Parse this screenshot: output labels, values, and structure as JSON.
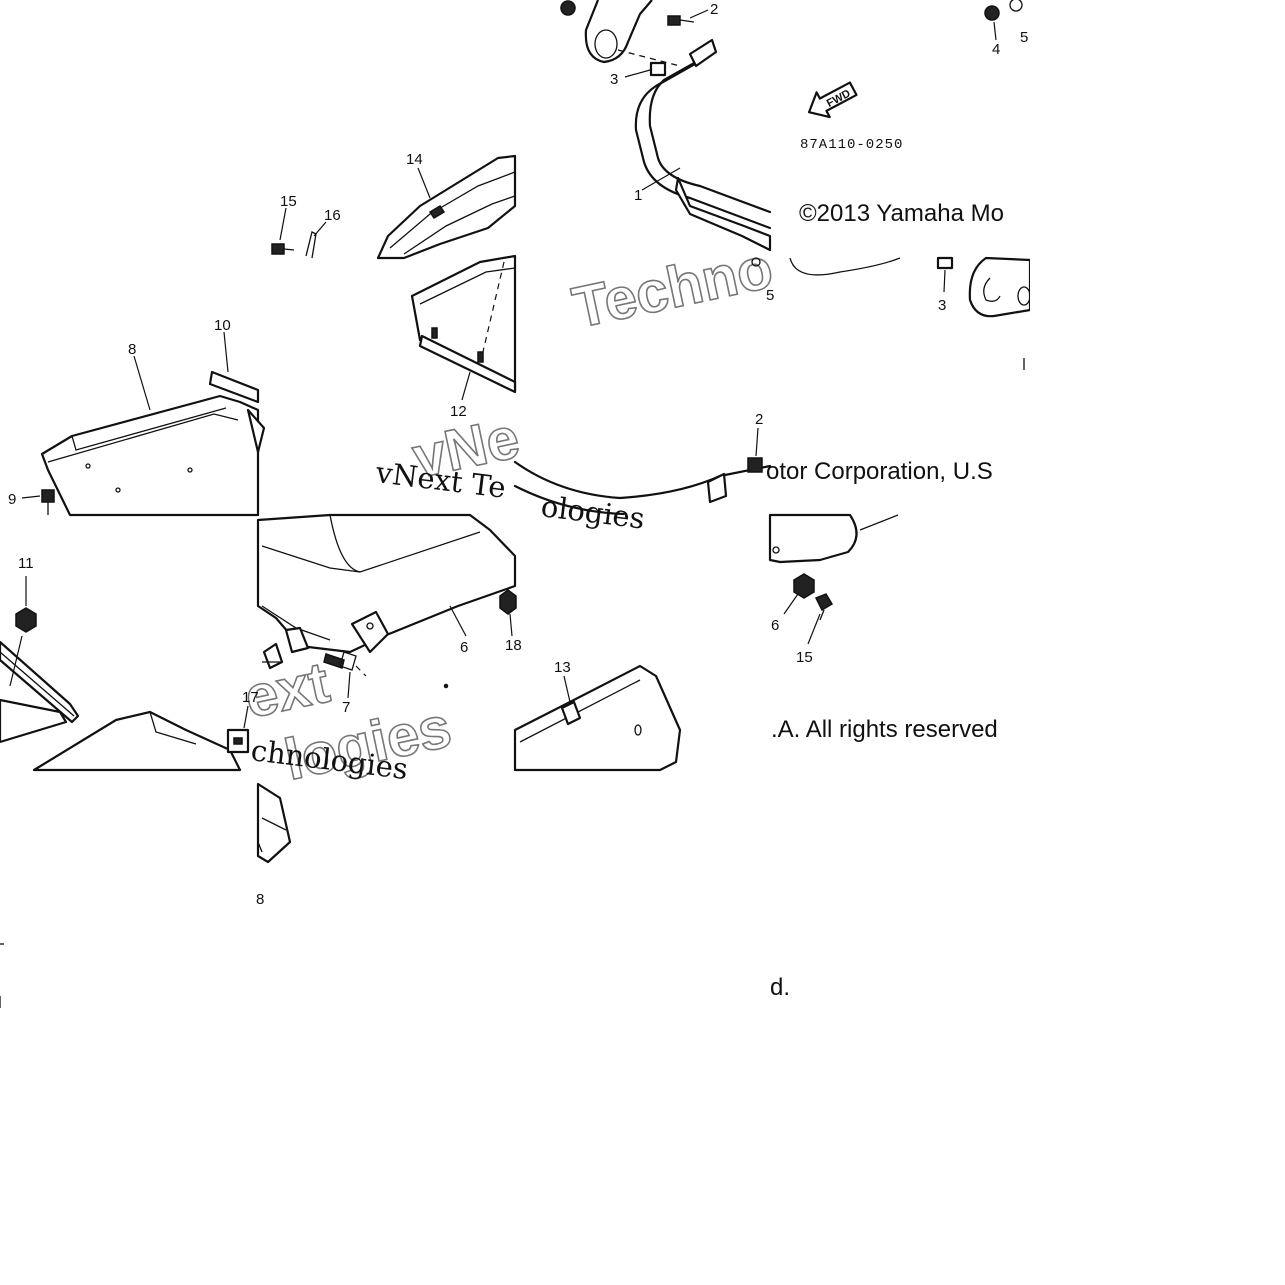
{
  "diagram": {
    "callouts": {
      "c1": "1",
      "c2a": "2",
      "c2b": "2",
      "c3a": "3",
      "c3b": "3",
      "c4": "4",
      "c5a": "5",
      "c5b": "5",
      "c6a": "6",
      "c6b": "6",
      "c7": "7",
      "c8a": "8",
      "c8b": "8",
      "c9": "9",
      "c10": "10",
      "c11": "11",
      "c12": "12",
      "c13": "13",
      "c14": "14",
      "c15a": "15",
      "c15b": "15",
      "c16": "16",
      "c17": "17",
      "c18": "18"
    },
    "part_code": "87A110-0250",
    "fwd_label": "FWD",
    "copyright_fragments": [
      "©2013 Yamaha Mo",
      "otor Corporation, U.S",
      ".A. All rights reserved",
      "d."
    ],
    "watermark_fragments": [
      "vNext Te",
      "ologies",
      "chnologies"
    ],
    "watermark_outline_fragments": [
      "Techno",
      "vNe",
      "ext",
      "logies"
    ]
  }
}
